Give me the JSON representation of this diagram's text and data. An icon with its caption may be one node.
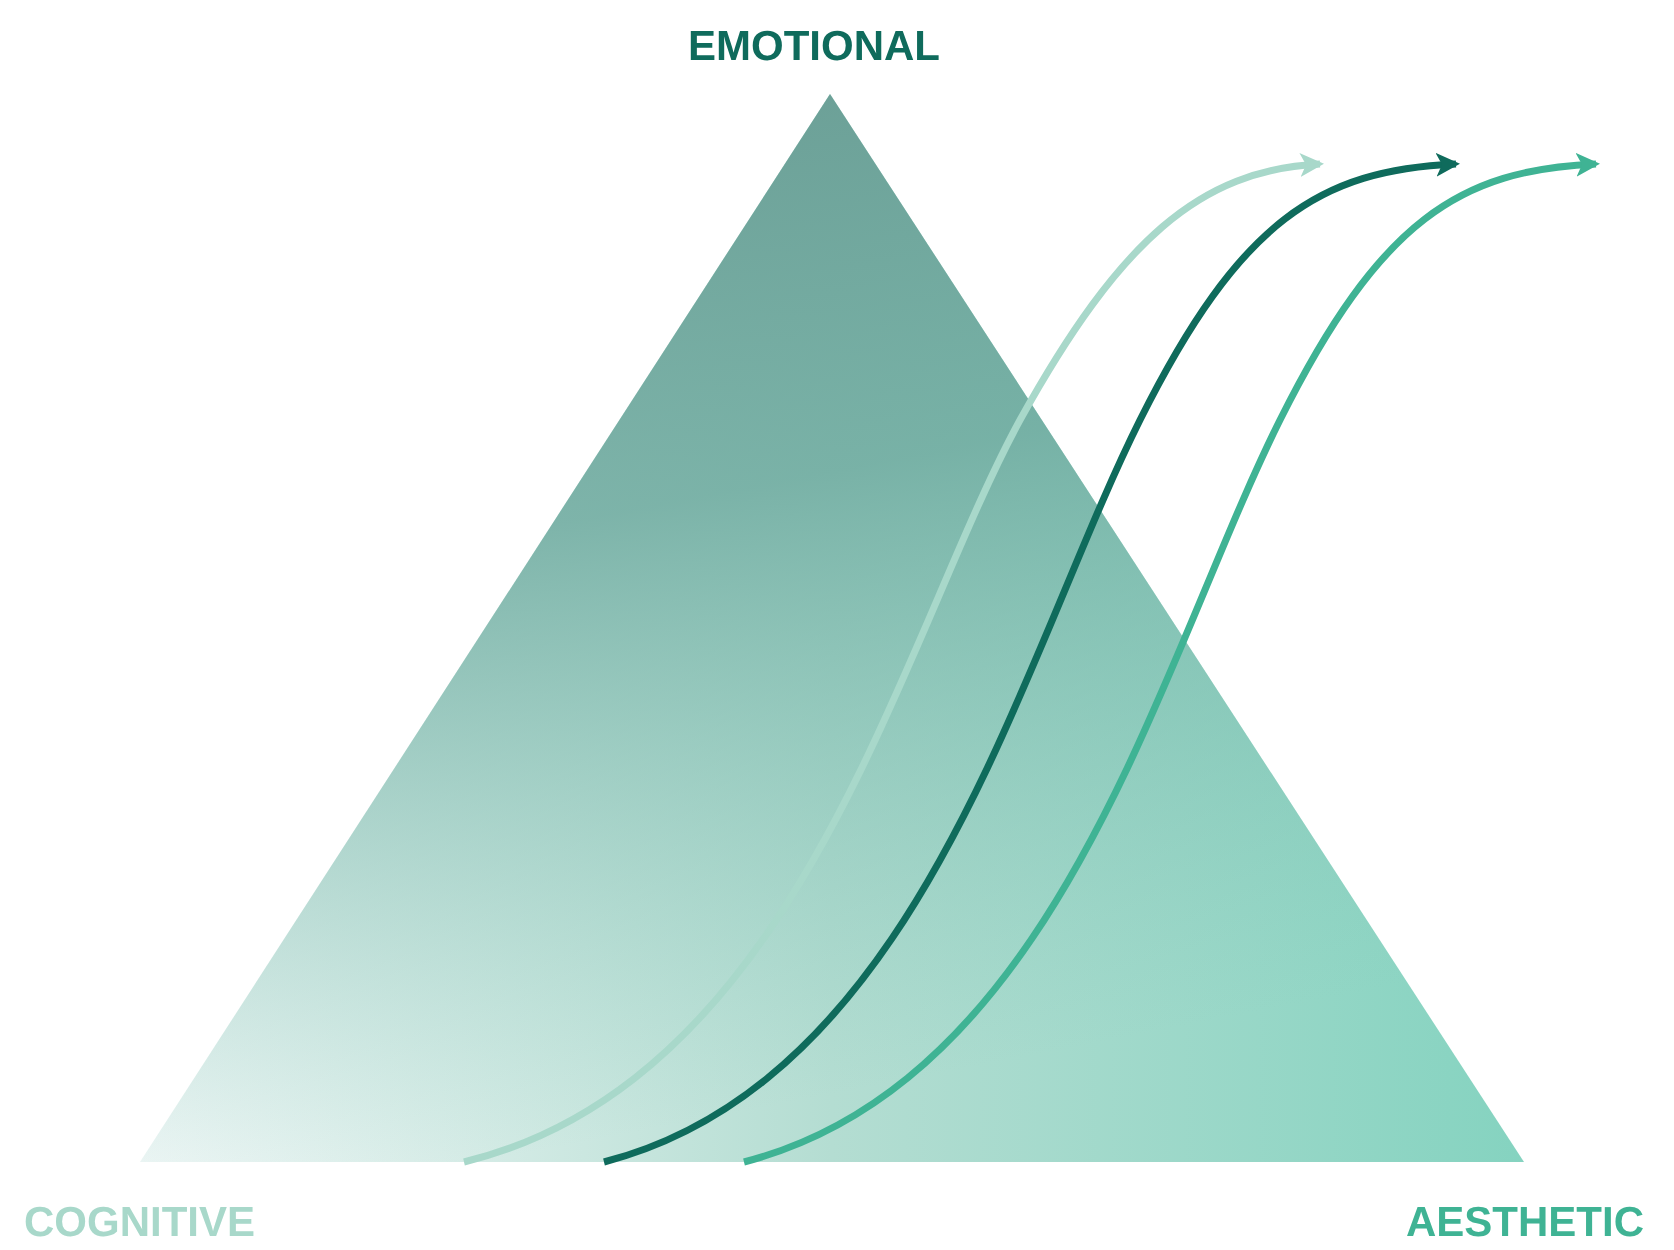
{
  "diagram": {
    "nodes": [
      {
        "text": [],
        "shape": "triangle"
      }
    ],
    "labels": [
      "EMOTIONAL",
      "COGNITIVE",
      "AESTHETIC"
    ]
  }
}
